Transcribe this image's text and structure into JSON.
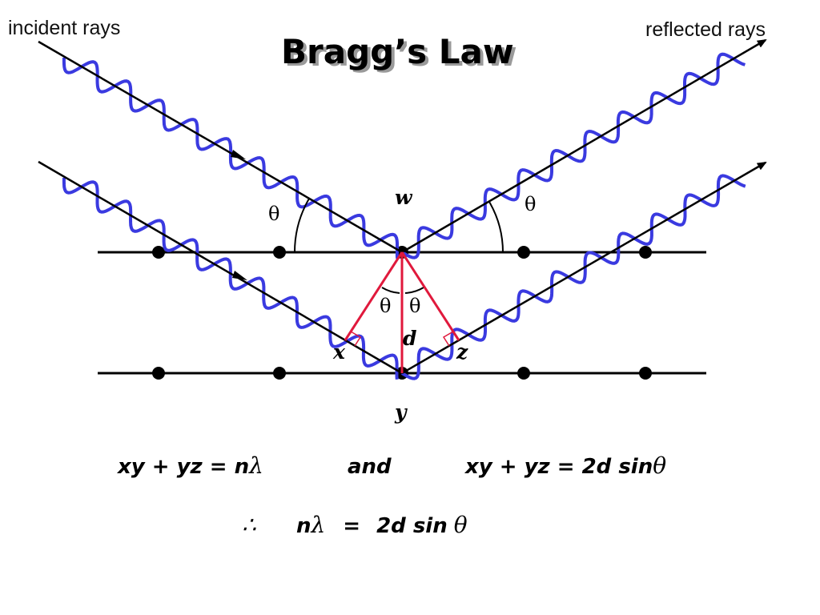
{
  "title": "Bragg’s Law",
  "labels": {
    "incident": "incident rays",
    "reflected": "reflected rays",
    "theta": "θ",
    "point_w": "w",
    "point_x": "x",
    "point_y": "y",
    "point_z": "z",
    "spacing_d": "d"
  },
  "equations": {
    "eq1_text": "xy + yz = n",
    "eq1_symbol": "λ",
    "conjunction": "and",
    "eq2_text": "xy + yz = 2d sin",
    "eq2_symbol": "θ",
    "therefore_symbol": "∴",
    "result_n": "n",
    "result_lambda": "λ",
    "result_eq": "=",
    "result_rhs": "2d sin",
    "result_theta": "θ"
  },
  "colors": {
    "wave": "#3a3ae0",
    "ray": "#000000",
    "construction": "#e0193c",
    "lattice": "#000000"
  }
}
